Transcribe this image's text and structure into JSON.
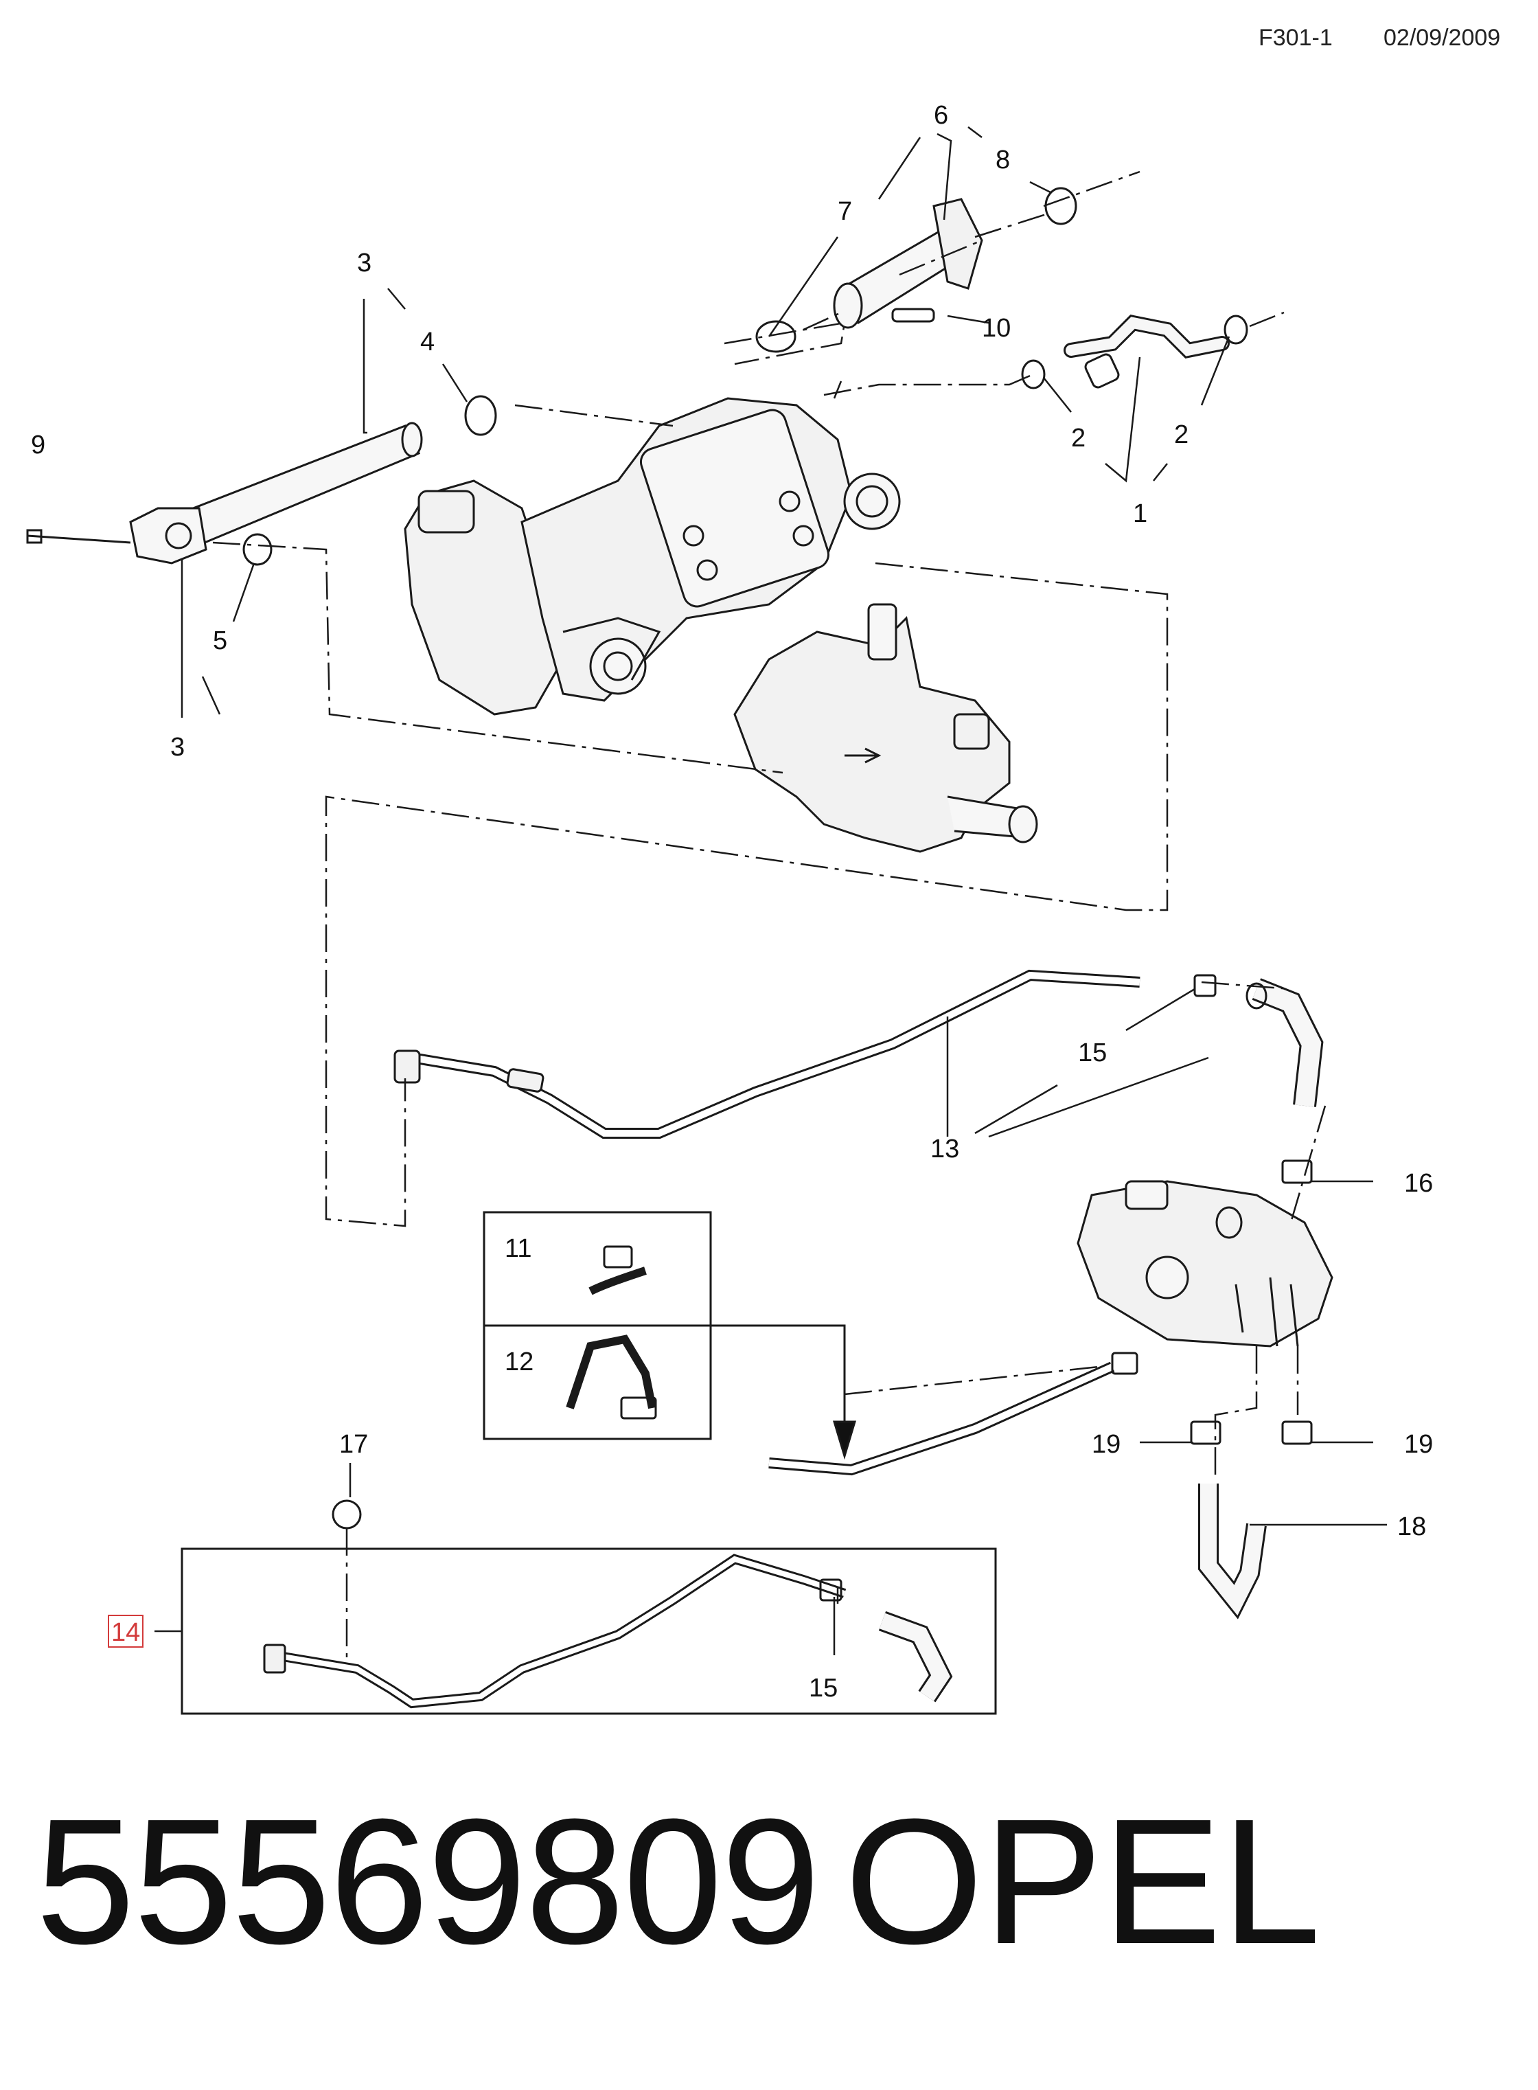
{
  "header": {
    "code": "F301-1",
    "date": "02/09/2009"
  },
  "callouts": {
    "c1": "1",
    "c2a": "2",
    "c2b": "2",
    "c3a": "3",
    "c3b": "3",
    "c4": "4",
    "c5": "5",
    "c6": "6",
    "c7": "7",
    "c8": "8",
    "c9": "9",
    "c10": "10",
    "c11": "11",
    "c12": "12",
    "c13": "13",
    "c14": "14",
    "c15a": "15",
    "c15b": "15",
    "c16": "16",
    "c17": "17",
    "c18": "18",
    "c19a": "19",
    "c19b": "19"
  },
  "footer": {
    "part_number": "55569809",
    "brand": "OPEL"
  },
  "colors": {
    "highlight": "#d33b3b",
    "line": "#1a1a1a",
    "part_fill": "#f2f2f2"
  }
}
